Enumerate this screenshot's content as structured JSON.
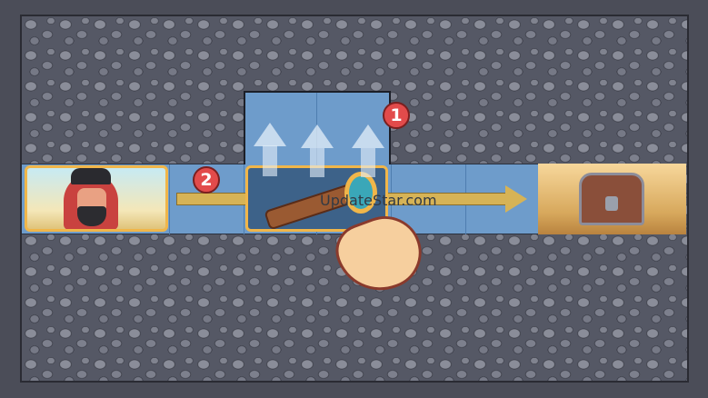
{
  "badges": {
    "first": "1",
    "second": "2"
  },
  "watermark": "UpdateStar.com",
  "colors": {
    "track": "#d6b356",
    "tile_border": "#f0b64a",
    "badge": "#e24b4b"
  }
}
